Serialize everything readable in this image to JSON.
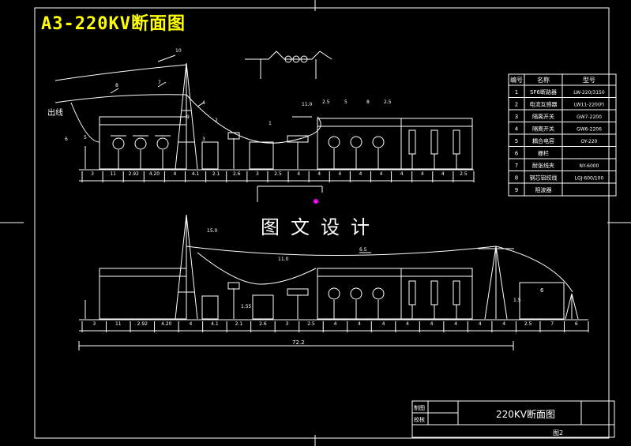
{
  "header": {
    "title": "A3-220KV断面图"
  },
  "watermark": "图文设计",
  "colors": {
    "background": "#000000",
    "line": "#ffffff",
    "title": "#ffff00",
    "marker": "#ff00ff"
  },
  "top_section": {
    "label_outgoing": "出线",
    "callouts": [
      "10",
      "8",
      "7",
      "4",
      "9",
      "2",
      "3",
      "1",
      "6",
      "5"
    ],
    "heights": [
      "11.0",
      "2.5",
      "5",
      "8",
      "2.5"
    ],
    "dims": [
      "3",
      "11",
      "2.92",
      "4.20",
      "4",
      "4.1",
      "2.1",
      "2.6",
      "3",
      "2.5",
      "4",
      "4",
      "4",
      "4",
      "4",
      "4",
      "4",
      "4",
      "2.5"
    ]
  },
  "bottom_section": {
    "heights": [
      "15.0",
      "11.0",
      "6.5",
      "1.55",
      "1.5"
    ],
    "box_label": "6",
    "dims": [
      "3",
      "11",
      "2.92",
      "4.20",
      "4",
      "4.1",
      "2.1",
      "2.6",
      "3",
      "2.5",
      "4",
      "4",
      "4",
      "4",
      "4",
      "4",
      "4",
      "4",
      "2.5",
      "7",
      "6"
    ],
    "total": "72.2"
  },
  "parts_table": {
    "headers": [
      "编号",
      "名称",
      "型号"
    ],
    "rows": [
      {
        "no": "1",
        "name": "SF6断路器",
        "model": "LW-220/3150"
      },
      {
        "no": "2",
        "name": "电流互感器",
        "model": "LW11-220(P)"
      },
      {
        "no": "3",
        "name": "隔离开关",
        "model": "GW7-2200"
      },
      {
        "no": "4",
        "name": "隔离开关",
        "model": "GW6-2206"
      },
      {
        "no": "5",
        "name": "耦合电容",
        "model": "OY-220"
      },
      {
        "no": "6",
        "name": "栅栏",
        "model": ""
      },
      {
        "no": "7",
        "name": "耐张线夹",
        "model": "NY-6000"
      },
      {
        "no": "8",
        "name": "钢芯铝绞线",
        "model": "LGJ-600/100"
      },
      {
        "no": "9",
        "name": "阻波器",
        "model": ""
      }
    ]
  },
  "title_block": {
    "row1": "制图",
    "row2": "校核",
    "title": "220KV断面图",
    "sheet": "图2"
  }
}
